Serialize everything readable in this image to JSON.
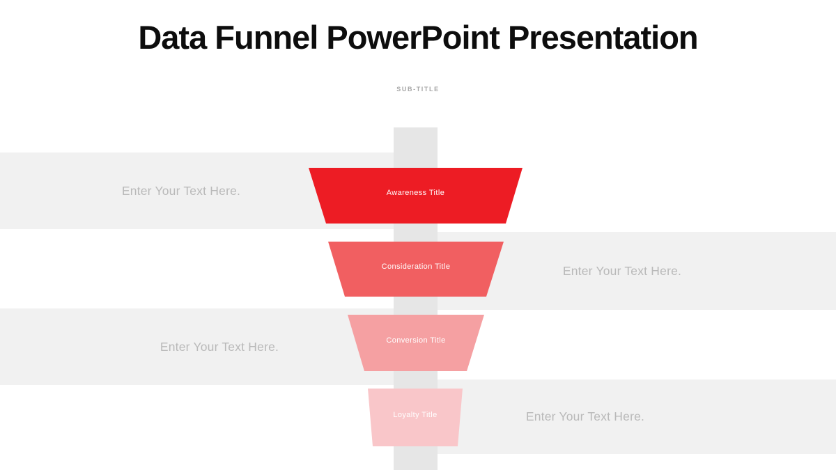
{
  "slide": {
    "title": "Data Funnel PowerPoint Presentation",
    "subtitle": "SUB-TITLE"
  },
  "funnel": {
    "type": "funnel",
    "stages": [
      {
        "label": "Awareness Title",
        "color": "#ed1c24"
      },
      {
        "label": "Consideration Title",
        "color": "#f15f61"
      },
      {
        "label": "Conversion Title",
        "color": "#f5a0a2"
      },
      {
        "label": "Loyalty Title",
        "color": "#f9c6c9"
      }
    ]
  },
  "rows": [
    {
      "placeholder": "Enter Your Text Here.",
      "side": "left"
    },
    {
      "placeholder": "Enter Your Text Here.",
      "side": "right"
    },
    {
      "placeholder": "Enter Your Text Here.",
      "side": "left"
    },
    {
      "placeholder": "Enter Your Text Here.",
      "side": "right"
    }
  ],
  "colors": {
    "row-bar": "#f1f1f1",
    "stem": "#e6e6e6",
    "placeholder-text": "#b9b9b9",
    "subtitle-text": "#a6a6a6",
    "title-text": "#0d0d0d"
  }
}
